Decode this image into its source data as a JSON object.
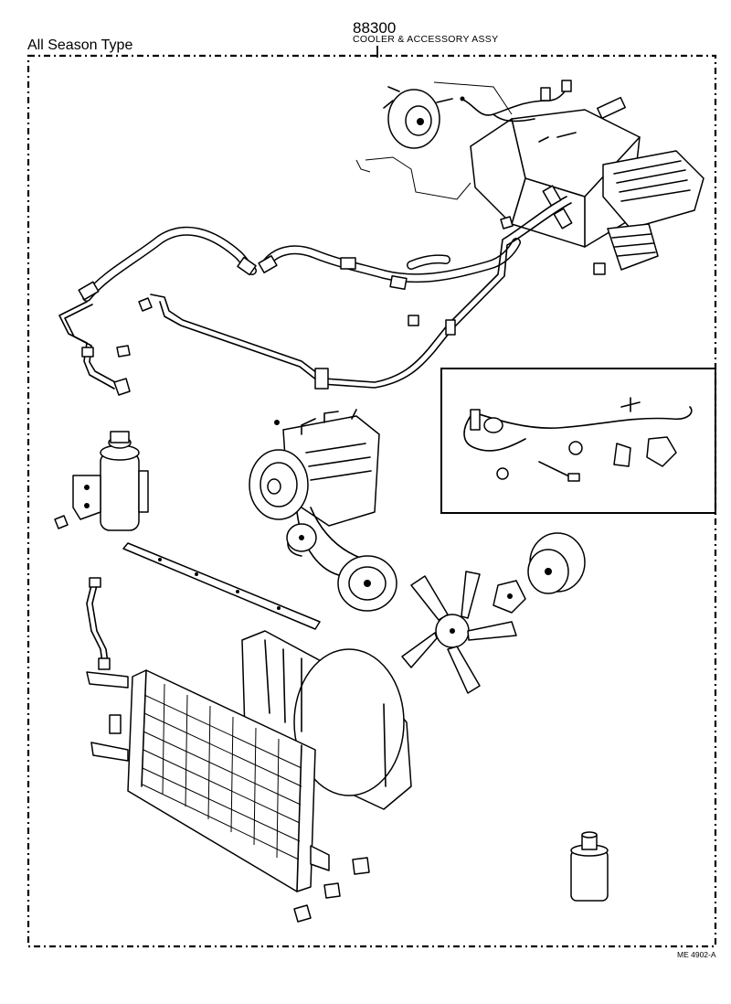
{
  "header": {
    "variant_label": "All Season Type",
    "part_number": "88300",
    "part_name": "COOLER & ACCESSORY ASSY"
  },
  "footer": {
    "drawing_code": "ME 4902-A"
  }
}
